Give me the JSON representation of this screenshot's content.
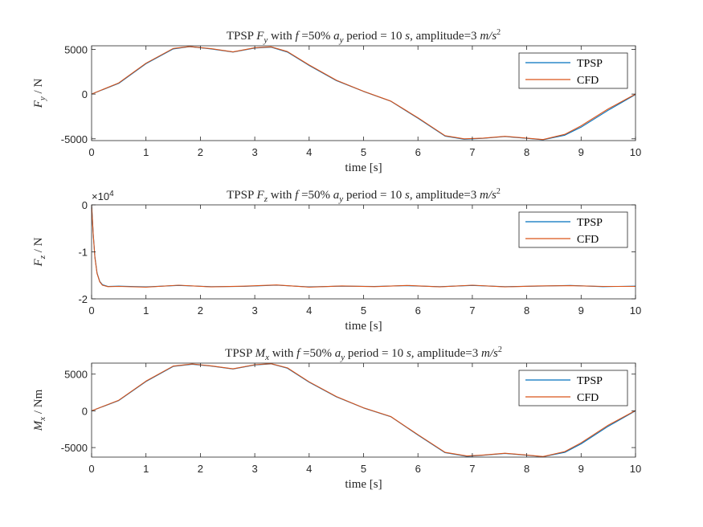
{
  "figure": {
    "background": "#ffffff",
    "axis_color": "#262626"
  },
  "chart_data": [
    {
      "type": "line",
      "title": "TPSP F_y with f =50% a_y period = 10 s, amplitude=3 m/s^2",
      "title_parts": {
        "pre": "TPSP ",
        "var": "F",
        "var_sub": "y",
        "mid": " with ",
        "f": "f",
        "eq": " =50% ",
        "a": "a",
        "a_sub": "y",
        "post": " period = 10 ",
        "s": "s",
        "amp": ", amplitude=3 ",
        "unit": "m/s",
        "sup": "2"
      },
      "xlabel": "time [s]",
      "ylabel": {
        "var": "F",
        "sub": "y",
        "rest": " / N"
      },
      "xlim": [
        0,
        10
      ],
      "ylim": [
        -5200,
        5400
      ],
      "xticks": [
        0,
        1,
        2,
        3,
        4,
        5,
        6,
        7,
        8,
        9,
        10
      ],
      "yticks": [
        5000,
        0,
        -5000
      ],
      "ytick_labels": [
        "5000",
        "0",
        "-5000"
      ],
      "exponent_label": "",
      "legend": {
        "position": "top-right",
        "entries": [
          "TPSP",
          "CFD"
        ]
      },
      "series": [
        {
          "name": "TPSP",
          "color": "#0072BD",
          "x": [
            0,
            0.5,
            1,
            1.5,
            1.8,
            2.2,
            2.6,
            3.0,
            3.3,
            3.6,
            4,
            4.5,
            5,
            5.5,
            6,
            6.5,
            6.85,
            7.2,
            7.6,
            8.0,
            8.3,
            8.7,
            9,
            9.5,
            10
          ],
          "y": [
            0,
            1200,
            3400,
            5050,
            5300,
            5050,
            4700,
            5150,
            5250,
            4700,
            3200,
            1500,
            300,
            -800,
            -2700,
            -4700,
            -5050,
            -4950,
            -4750,
            -4950,
            -5100,
            -4600,
            -3700,
            -1800,
            -50
          ]
        },
        {
          "name": "CFD",
          "color": "#D95319",
          "x": [
            0,
            0.5,
            1,
            1.5,
            1.8,
            2.2,
            2.6,
            3.0,
            3.3,
            3.6,
            4,
            4.5,
            5,
            5.5,
            6,
            6.5,
            6.85,
            7.2,
            7.6,
            8.0,
            8.3,
            8.7,
            9,
            9.5,
            10
          ],
          "y": [
            0,
            1250,
            3450,
            5100,
            5320,
            5080,
            4720,
            5180,
            5280,
            4750,
            3250,
            1550,
            320,
            -780,
            -2650,
            -4650,
            -5000,
            -4920,
            -4720,
            -4920,
            -5080,
            -4500,
            -3550,
            -1650,
            0
          ]
        }
      ]
    },
    {
      "type": "line",
      "title": "TPSP F_z with f =50% a_y period = 10 s, amplitude=3 m/s^2",
      "title_parts": {
        "pre": "TPSP ",
        "var": "F",
        "var_sub": "z",
        "mid": " with ",
        "f": "f",
        "eq": " =50% ",
        "a": "a",
        "a_sub": "y",
        "post": " period = 10 ",
        "s": "s",
        "amp": ", amplitude=3 ",
        "unit": "m/s",
        "sup": "2"
      },
      "xlabel": "time [s]",
      "ylabel": {
        "var": "F",
        "sub": "z",
        "rest": " / N"
      },
      "xlim": [
        0,
        10
      ],
      "ylim": [
        -2,
        0
      ],
      "xticks": [
        0,
        1,
        2,
        3,
        4,
        5,
        6,
        7,
        8,
        9,
        10
      ],
      "yticks": [
        0,
        -1,
        -2
      ],
      "ytick_labels": [
        "0",
        "-1",
        "-2"
      ],
      "exponent_label": "×10^4",
      "exponent_parts": {
        "base": "×10",
        "sup": "4"
      },
      "legend": {
        "position": "top-right",
        "entries": [
          "TPSP",
          "CFD"
        ]
      },
      "series": [
        {
          "name": "TPSP",
          "color": "#0072BD",
          "x": [
            0,
            0.03,
            0.06,
            0.1,
            0.15,
            0.2,
            0.3,
            0.5,
            1.0,
            1.6,
            2.2,
            2.8,
            3.4,
            4.0,
            4.6,
            5.2,
            5.8,
            6.4,
            7.0,
            7.6,
            8.2,
            8.8,
            9.4,
            10
          ],
          "y": [
            0,
            -0.6,
            -1.1,
            -1.45,
            -1.63,
            -1.7,
            -1.735,
            -1.73,
            -1.745,
            -1.715,
            -1.74,
            -1.735,
            -1.71,
            -1.745,
            -1.73,
            -1.735,
            -1.72,
            -1.74,
            -1.715,
            -1.74,
            -1.73,
            -1.715,
            -1.74,
            -1.73
          ]
        },
        {
          "name": "CFD",
          "color": "#D95319",
          "x": [
            0,
            0.03,
            0.06,
            0.1,
            0.15,
            0.2,
            0.3,
            0.5,
            1.0,
            1.6,
            2.2,
            2.8,
            3.4,
            4.0,
            4.6,
            5.2,
            5.8,
            6.4,
            7.0,
            7.6,
            8.2,
            8.8,
            9.4,
            10
          ],
          "y": [
            0,
            -0.62,
            -1.12,
            -1.46,
            -1.64,
            -1.71,
            -1.74,
            -1.735,
            -1.75,
            -1.71,
            -1.745,
            -1.73,
            -1.705,
            -1.75,
            -1.725,
            -1.74,
            -1.715,
            -1.745,
            -1.71,
            -1.745,
            -1.725,
            -1.72,
            -1.735,
            -1.735
          ]
        }
      ]
    },
    {
      "type": "line",
      "title": "TPSP M_x with f =50% a_y period = 10 s, amplitude=3 m/s^2",
      "title_parts": {
        "pre": "TPSP ",
        "var": "M",
        "var_sub": "x",
        "mid": " with ",
        "f": "f",
        "eq": " =50% ",
        "a": "a",
        "a_sub": "y",
        "post": " period = 10 ",
        "s": "s",
        "amp": ", amplitude=3 ",
        "unit": "m/s",
        "sup": "2"
      },
      "xlabel": "time [s]",
      "ylabel": {
        "var": "M",
        "sub": "x",
        "rest": " / Nm"
      },
      "xlim": [
        0,
        10
      ],
      "ylim": [
        -6300,
        6500
      ],
      "xticks": [
        0,
        1,
        2,
        3,
        4,
        5,
        6,
        7,
        8,
        9,
        10
      ],
      "yticks": [
        5000,
        0,
        -5000
      ],
      "ytick_labels": [
        "5000",
        "0",
        "-5000"
      ],
      "exponent_label": "",
      "legend": {
        "position": "top-right",
        "entries": [
          "TPSP",
          "CFD"
        ]
      },
      "series": [
        {
          "name": "TPSP",
          "color": "#0072BD",
          "x": [
            0,
            0.5,
            1,
            1.5,
            1.85,
            2.2,
            2.6,
            3.0,
            3.3,
            3.6,
            4,
            4.5,
            5,
            5.5,
            6,
            6.5,
            6.9,
            7.2,
            7.6,
            8.0,
            8.3,
            8.7,
            9,
            9.5,
            10
          ],
          "y": [
            0,
            1400,
            4000,
            6050,
            6350,
            6100,
            5700,
            6250,
            6400,
            5800,
            3900,
            1900,
            400,
            -800,
            -3300,
            -5700,
            -6200,
            -6050,
            -5800,
            -6050,
            -6250,
            -5650,
            -4500,
            -2100,
            0
          ]
        },
        {
          "name": "CFD",
          "color": "#D95319",
          "x": [
            0,
            0.5,
            1,
            1.5,
            1.85,
            2.2,
            2.6,
            3.0,
            3.3,
            3.6,
            4,
            4.5,
            5,
            5.5,
            6,
            6.5,
            6.9,
            7.2,
            7.6,
            8.0,
            8.3,
            8.7,
            9,
            9.5,
            10
          ],
          "y": [
            0,
            1450,
            4050,
            6100,
            6380,
            6130,
            5720,
            6280,
            6420,
            5850,
            3950,
            1950,
            420,
            -780,
            -3250,
            -5650,
            -6150,
            -6020,
            -5770,
            -6020,
            -6220,
            -5550,
            -4350,
            -1950,
            50
          ]
        }
      ]
    }
  ]
}
